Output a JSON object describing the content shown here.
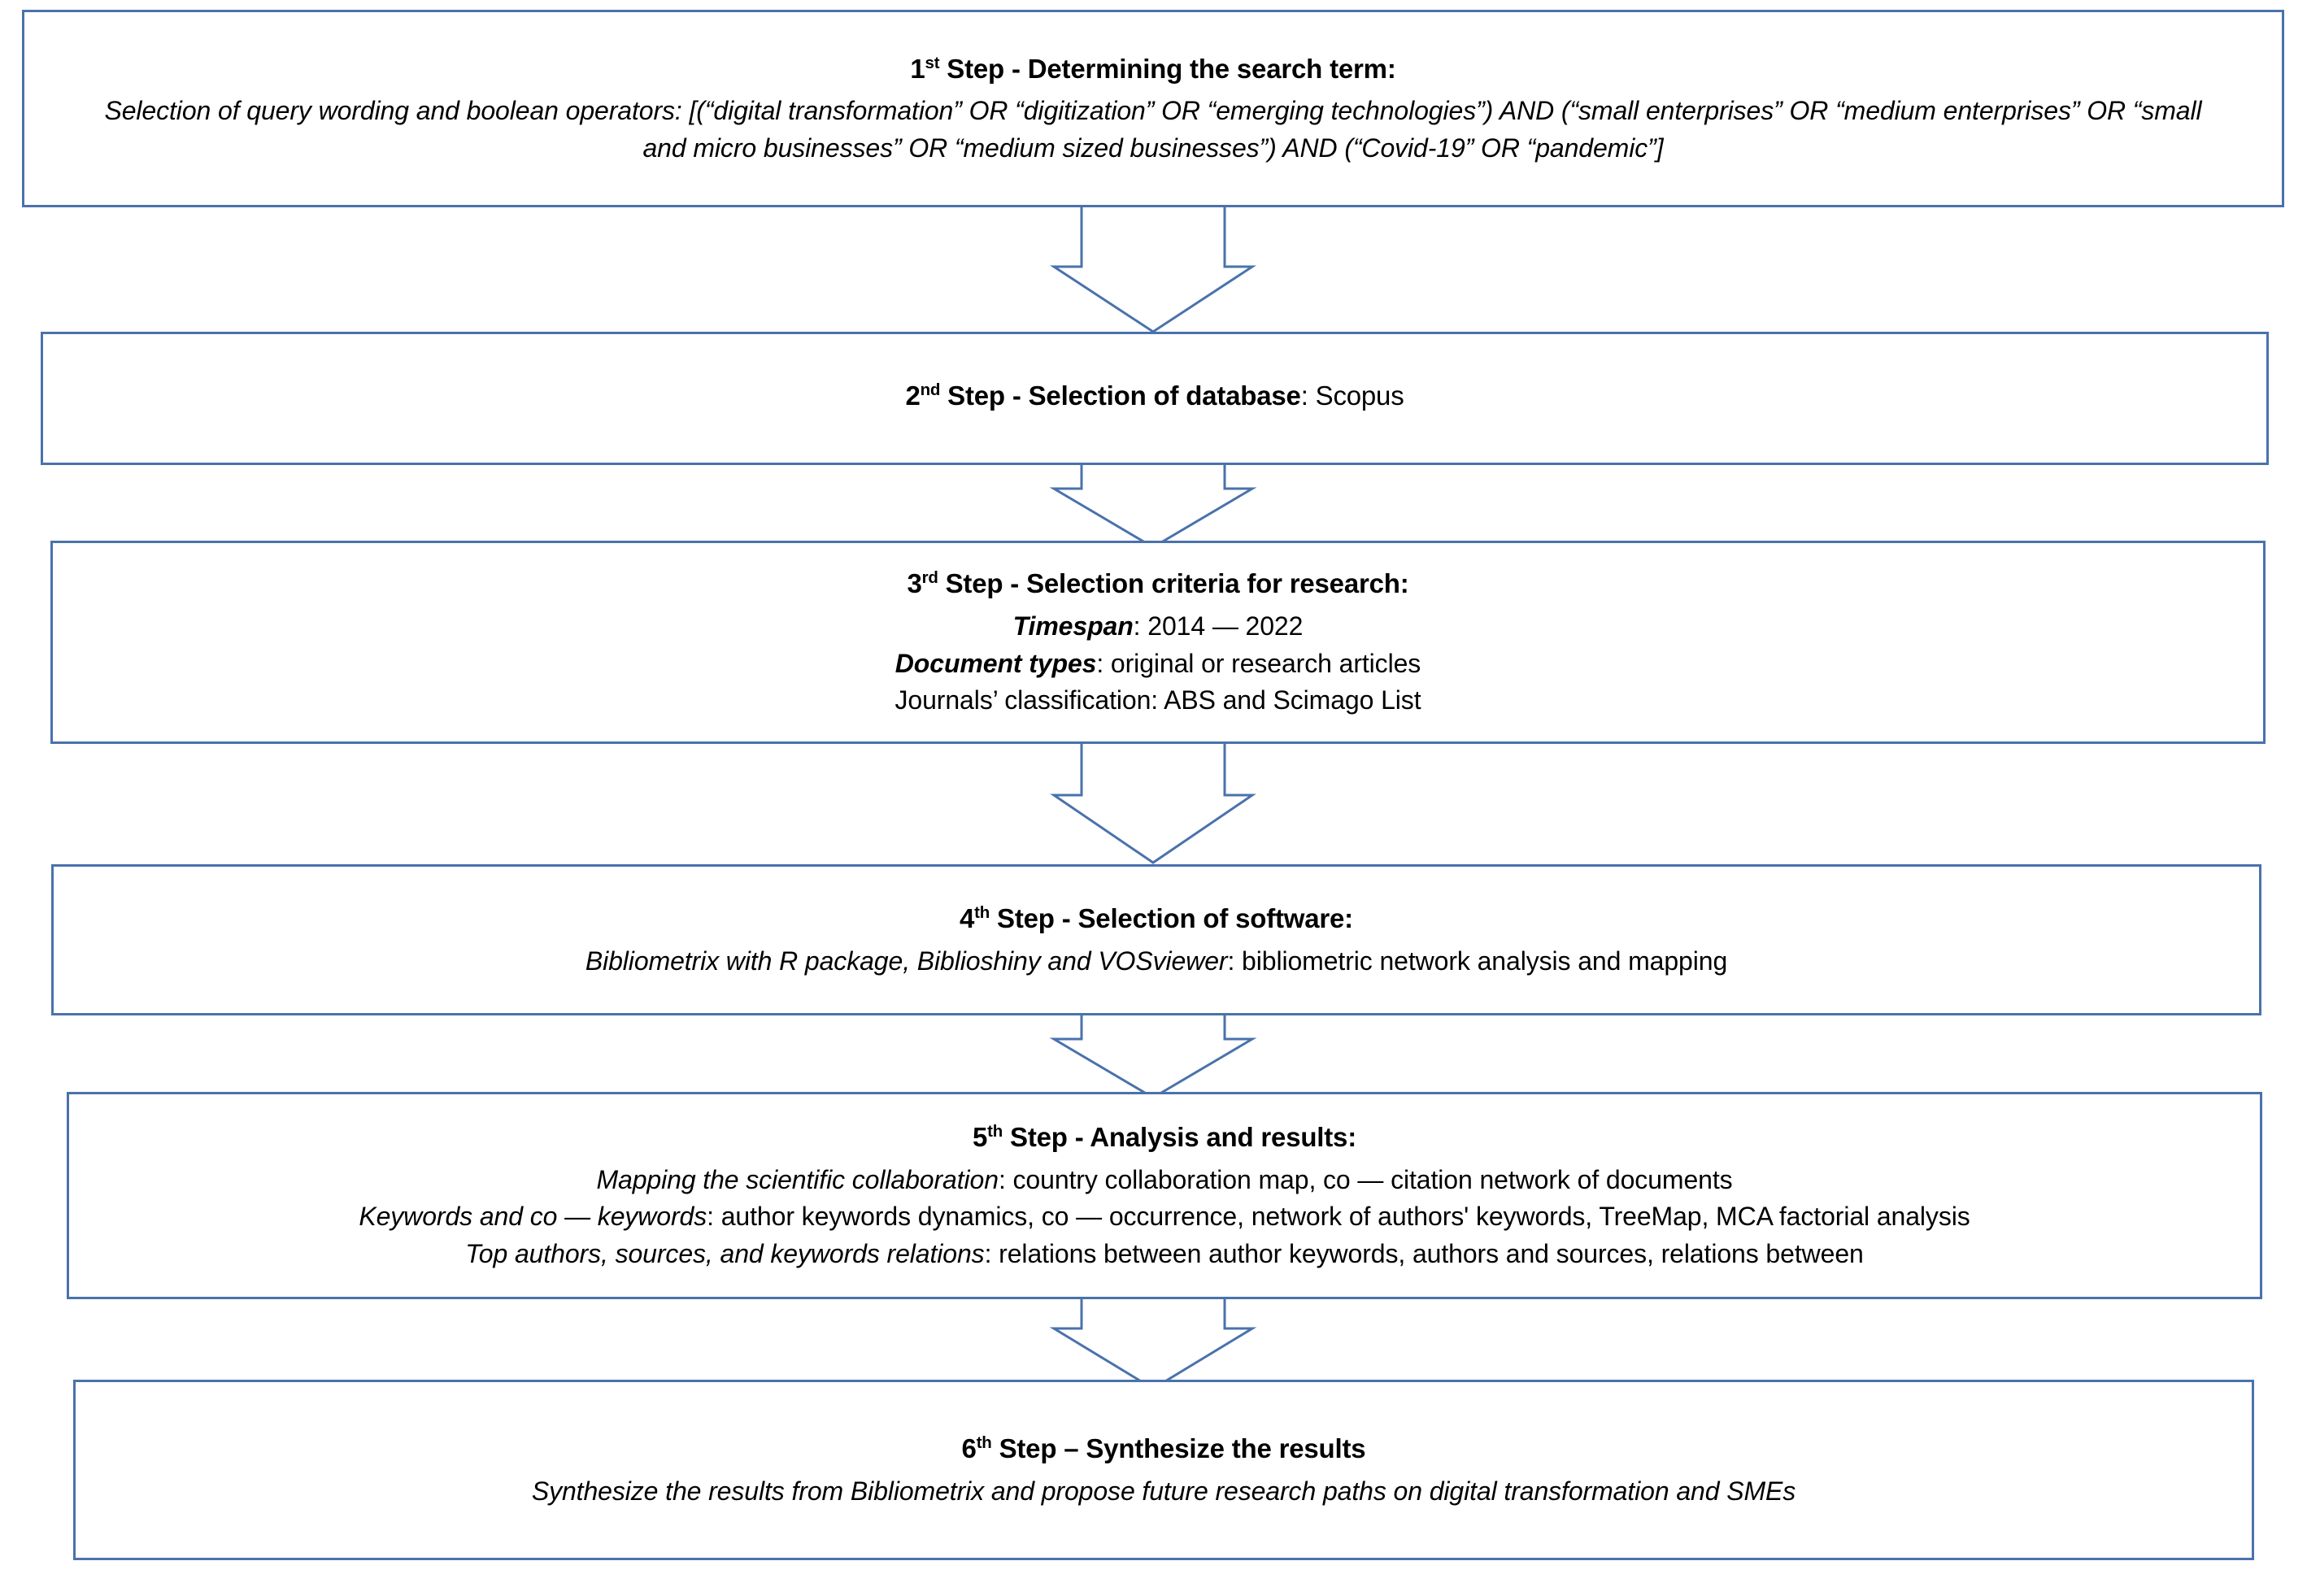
{
  "diagram": {
    "title": "Research methodology flow — bibliometric analysis steps",
    "accent_color": "#4a72ac",
    "background_color": "#ffffff",
    "text_color": "#000000"
  },
  "steps": [
    {
      "ordinal_number": "1",
      "ordinal_suffix": "st",
      "step_word": "Step",
      "dash": " - ",
      "heading_bold": "Determining the search term:",
      "lines": [
        {
          "italic_lead": "Selection of query wording and boolean operators",
          "rest": ": [(“digital transformation” OR “digitization” OR “emerging technologies”) AND (“small enterprises” OR “medium enterprises” OR “small and micro businesses” OR “medium sized businesses”) AND (“Covid-19” OR “pandemic”]",
          "all_italic": true
        }
      ]
    },
    {
      "ordinal_number": "2",
      "ordinal_suffix": "nd",
      "step_word": "Step",
      "dash": " - ",
      "heading_bold": "Selection of database",
      "heading_tail": ": Scopus",
      "lines": []
    },
    {
      "ordinal_number": "3",
      "ordinal_suffix": "rd",
      "step_word": "Step",
      "dash": " - ",
      "heading_bold": "Selection criteria for research:",
      "lines": [
        {
          "italic_lead": "Timespan",
          "rest": ": 2014 — 2022",
          "all_italic": false
        },
        {
          "italic_lead": "Document types",
          "rest": ": original or research articles",
          "all_italic": false
        },
        {
          "italic_lead": "",
          "rest": "Journals’ classification: ABS and Scimago List",
          "all_italic": false
        }
      ]
    },
    {
      "ordinal_number": "4",
      "ordinal_suffix": "th",
      "step_word": "Step",
      "dash": " - ",
      "heading_bold": "Selection of software:",
      "lines": [
        {
          "italic_lead": "Bibliometrix with R package, Biblioshiny and VOSviewer",
          "rest": ": bibliometric network analysis and mapping",
          "all_italic": false
        }
      ]
    },
    {
      "ordinal_number": "5",
      "ordinal_suffix": "th",
      "step_word": "Step",
      "dash": " - ",
      "heading_bold": "Analysis and results:",
      "lines": [
        {
          "italic_lead": "Mapping the scientific collaboration",
          "rest": ": country collaboration map, co — citation network of documents",
          "all_italic": false
        },
        {
          "italic_lead": "Keywords and co — keywords",
          "rest": ": author keywords dynamics, co — occurrence, network of authors' keywords, TreeMap, MCA factorial analysis",
          "all_italic": false
        },
        {
          "italic_lead": "Top authors, sources, and keywords relations",
          "rest": ": relations between author keywords, authors and sources, relations between",
          "all_italic": false
        }
      ]
    },
    {
      "ordinal_number": "6",
      "ordinal_suffix": "th",
      "step_word": "Step",
      "dash": " – ",
      "heading_bold": "Synthesize the results",
      "lines": [
        {
          "italic_lead": "",
          "rest": "Synthesize the results from Bibliometrix and propose future research paths on digital transformation and SMEs",
          "all_italic": true
        }
      ]
    }
  ],
  "connectors": [
    {
      "name": "arrow-step1-to-step2"
    },
    {
      "name": "arrow-step2-to-step3"
    },
    {
      "name": "arrow-step3-to-step4"
    },
    {
      "name": "arrow-step4-to-step5"
    },
    {
      "name": "arrow-step5-to-step6"
    }
  ]
}
